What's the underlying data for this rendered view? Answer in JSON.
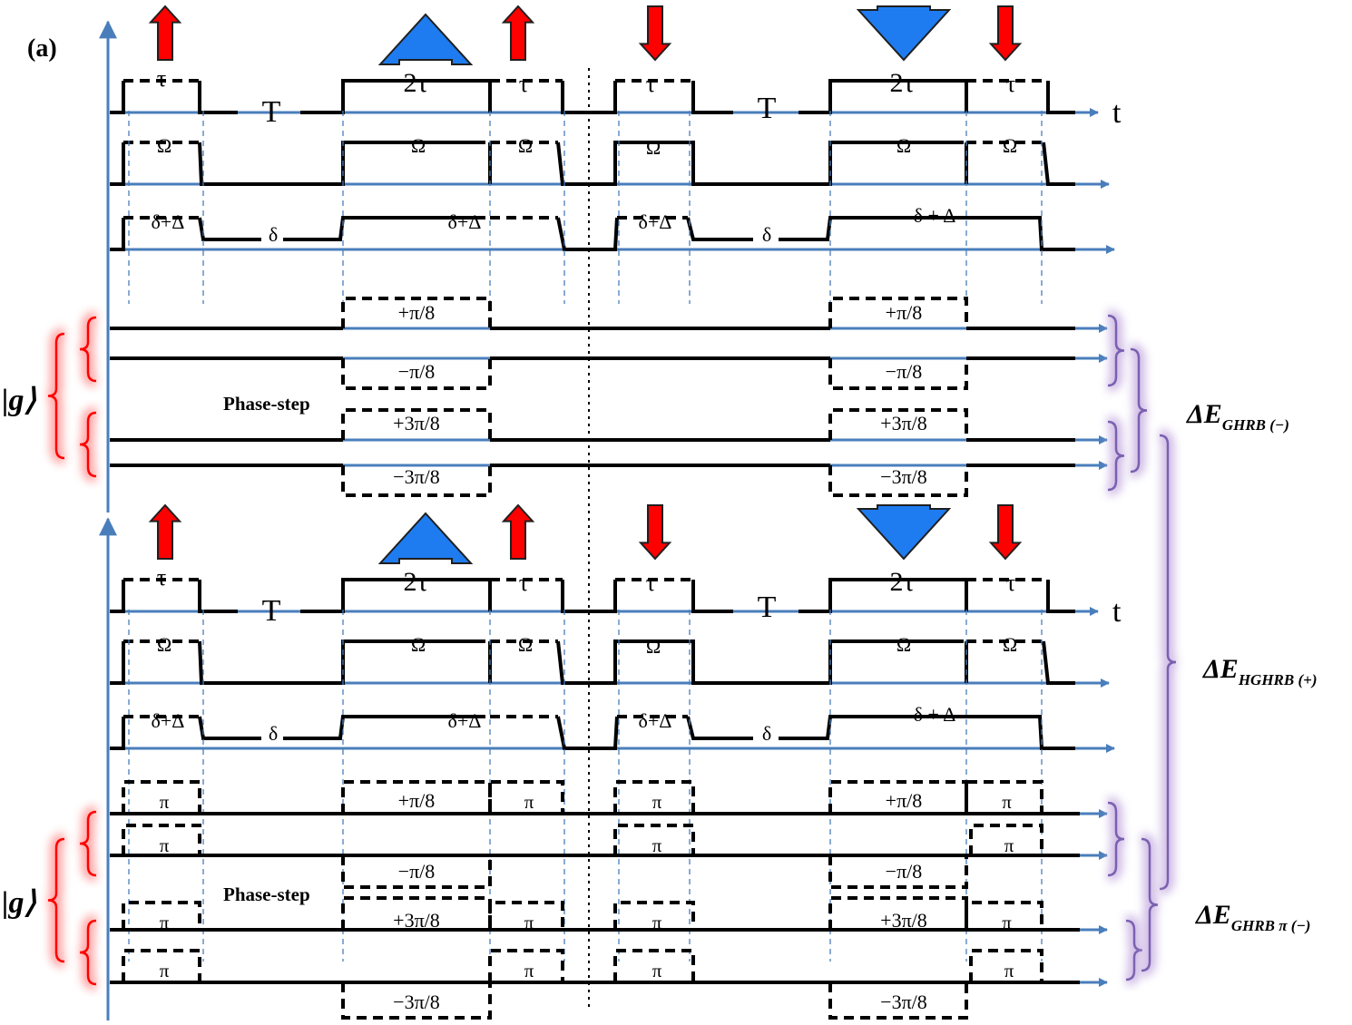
{
  "panel_label": "(a)",
  "time_axis": "t",
  "ket_label": "|g⟩",
  "phase_step": "Phase-step",
  "tau": "τ",
  "two_tau": "2τ",
  "T": "T",
  "omega": "Ω",
  "delta": "δ",
  "delta_plus_Delta": "δ+Δ",
  "delta_plus_Delta_spaced": "δ + Δ",
  "pi": "π",
  "plus_pi8": "+π/8",
  "minus_pi8": "−π/8",
  "plus_3pi8": "+3π/8",
  "minus_3pi8": "−3π/8",
  "dE_ghrb_minus": {
    "main": "ΔE",
    "sub": "GHRB (−)"
  },
  "dE_hghrb_plus": {
    "main": "ΔE",
    "sub": "HGHRB (+)"
  },
  "dE_ghrb_pi_minus": {
    "main": "ΔE",
    "sub": "GHRB π (−)"
  },
  "colors": {
    "axis_blue": "#4a7ebb",
    "arrow_red": "#ff0000",
    "arrow_blue": "#1e7cf0",
    "brace_red": "#ff0000",
    "brace_purple": "#7b60b0",
    "glow_red": "#ff9a9a",
    "glow_purple": "#c9b2e2",
    "line_black": "#000000"
  }
}
